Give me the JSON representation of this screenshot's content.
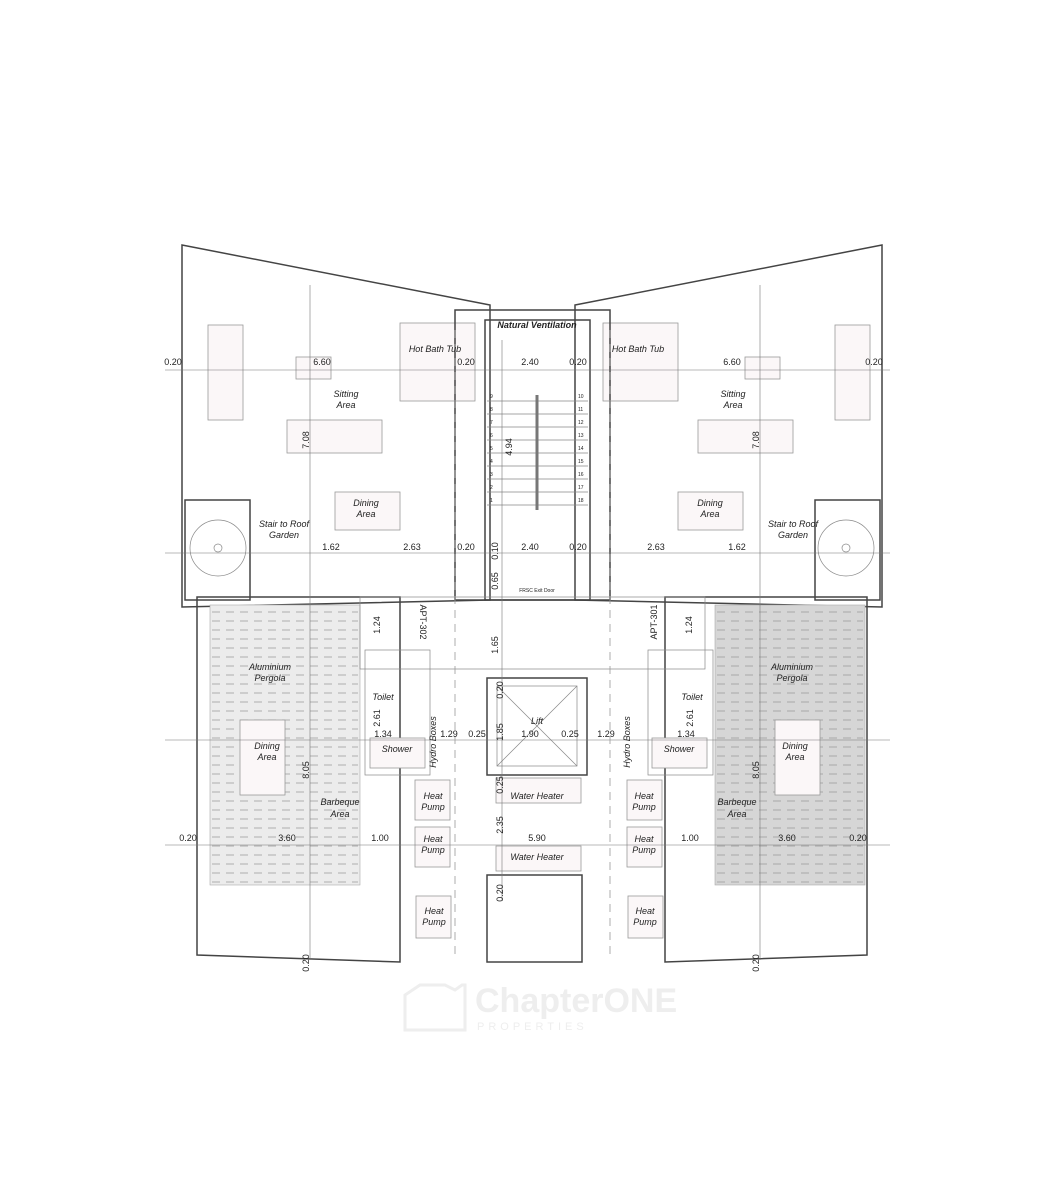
{
  "colors": {
    "left_fill": "#efefef",
    "right_fill": "#d9d9d9",
    "wall": "#444444"
  },
  "rooms": {
    "hot_bath_tub": "Hot Bath Tub",
    "sitting_1": "Sitting",
    "sitting_2": "Area",
    "dining_1": "Dining",
    "dining_2": "Area",
    "stair_roof_1": "Stair to Roof",
    "stair_roof_2": "Garden",
    "natural_ventilation": "Natural Ventilation",
    "frsc_exit_door": "FRSC Exit Door",
    "apt_302": "APT-302",
    "apt_301": "APT-301",
    "pergola_1": "Aluminium",
    "pergola_2": "Pergola",
    "barbeque_1": "Barbeque",
    "barbeque_2": "Area",
    "toilet": "Toilet",
    "shower": "Shower",
    "hydro_boxes": "Hydro Boxes",
    "lift": "Lift",
    "water_heater": "Water Heater",
    "heat_1": "Heat",
    "heat_2": "Pump"
  },
  "dims": {
    "d020": "0.20",
    "d660": "6.60",
    "d240": "2.40",
    "d162": "1.62",
    "d263": "2.63",
    "d010": "0.10",
    "d708": "7.08",
    "d494": "4.94",
    "d065": "0.65",
    "d124": "1.24",
    "d165": "1.65",
    "d261": "2.61",
    "d185": "1.85",
    "d025": "0.25",
    "d235": "2.35",
    "d805": "8.05",
    "d134": "1.34",
    "d129": "1.29",
    "d190": "1.90",
    "d360": "3.60",
    "d100": "1.00",
    "d590": "5.90"
  },
  "stair_numbers": [
    "1",
    "2",
    "3",
    "4",
    "5",
    "6",
    "7",
    "8",
    "9",
    "10",
    "11",
    "12",
    "13",
    "14",
    "15",
    "16",
    "17",
    "18"
  ],
  "watermark": {
    "brand": "ChapterONE",
    "sub": "PROPERTIES"
  }
}
